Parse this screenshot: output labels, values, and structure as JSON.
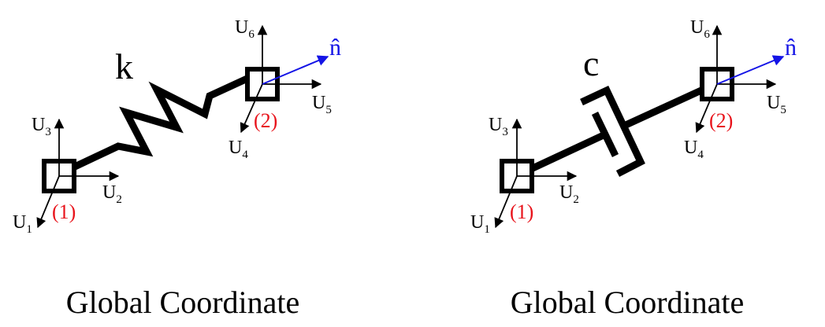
{
  "colors": {
    "ink": "#000000",
    "node_label": "#e8131b",
    "normal_vector": "#1414e6"
  },
  "spring_panel": {
    "element_symbol": "k",
    "caption": "Global Coordinate",
    "node1_label": "(1)",
    "node2_label": "(2)",
    "normal_label": "n̂",
    "dof": [
      {
        "base": "U",
        "sub": "1"
      },
      {
        "base": "U",
        "sub": "2"
      },
      {
        "base": "U",
        "sub": "3"
      },
      {
        "base": "U",
        "sub": "4"
      },
      {
        "base": "U",
        "sub": "5"
      },
      {
        "base": "U",
        "sub": "6"
      }
    ]
  },
  "damper_panel": {
    "element_symbol": "c",
    "caption": "Global Coordinate",
    "node1_label": "(1)",
    "node2_label": "(2)",
    "normal_label": "n̂",
    "dof": [
      {
        "base": "U",
        "sub": "1"
      },
      {
        "base": "U",
        "sub": "2"
      },
      {
        "base": "U",
        "sub": "3"
      },
      {
        "base": "U",
        "sub": "4"
      },
      {
        "base": "U",
        "sub": "5"
      },
      {
        "base": "U",
        "sub": "6"
      }
    ]
  }
}
